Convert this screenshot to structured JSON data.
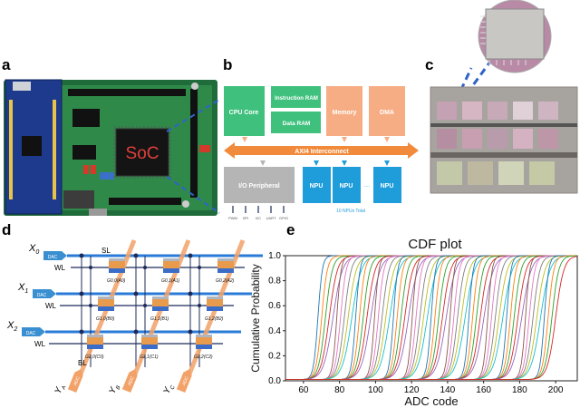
{
  "panels": {
    "a": {
      "label": "a",
      "chip_label": "SoC"
    },
    "b": {
      "label": "b",
      "blocks": {
        "cpu_core": "CPU Core",
        "instruction_ram": "Instruction RAM",
        "data_ram": "Data RAM",
        "memory": "Memory",
        "dma": "DMA",
        "interconnect": "AXI4 Interconnect",
        "io_peripheral": "I/O Peripheral",
        "npu": "NPU"
      },
      "io_ports": [
        "PWM",
        "SPI",
        "I2C",
        "UART",
        "GPIO"
      ],
      "npu_note": "10 NPUs Total",
      "colors": {
        "green": "#3fc17d",
        "orange": "#f7ad84",
        "blue": "#1f9ddb",
        "gray": "#b5b5b5",
        "arrow": "#f28a3c"
      }
    },
    "c": {
      "label": "c"
    },
    "d": {
      "label": "d",
      "inputs": [
        "X",
        "X",
        "X"
      ],
      "input_subscripts": [
        "0",
        "1",
        "2"
      ],
      "dac_label": "DAC",
      "adc_label": "ADC",
      "sl_label": "SL",
      "wl_label": "WL",
      "bl_label": "BL",
      "outputs": [
        "Y",
        "Y",
        "Y"
      ],
      "output_subscripts": [
        "A",
        "B",
        "C"
      ],
      "cell_labels": [
        [
          "G0,0(A0)",
          "G0,1(A1)",
          "G0,2(A2)"
        ],
        [
          "G1,0(B0)",
          "G1,1(B1)",
          "G1,2(B2)"
        ],
        [
          "G2,0(C0)",
          "G2,1(C1)",
          "G2,2(C2)"
        ]
      ]
    },
    "e": {
      "label": "e"
    }
  },
  "chart_data": {
    "type": "line",
    "title": "CDF plot",
    "xlabel": "ADC code",
    "ylabel": "Cumulative Probability",
    "xlim": [
      50,
      212
    ],
    "ylim": [
      0.0,
      1.0
    ],
    "xticks": [
      60,
      80,
      100,
      120,
      140,
      160,
      180,
      200
    ],
    "yticks": [
      0.0,
      0.2,
      0.4,
      0.6,
      0.8,
      1.0
    ],
    "series_count": 64,
    "transition_centers_range": [
      68,
      200
    ],
    "low_plateau": 0.01,
    "grid": false
  }
}
